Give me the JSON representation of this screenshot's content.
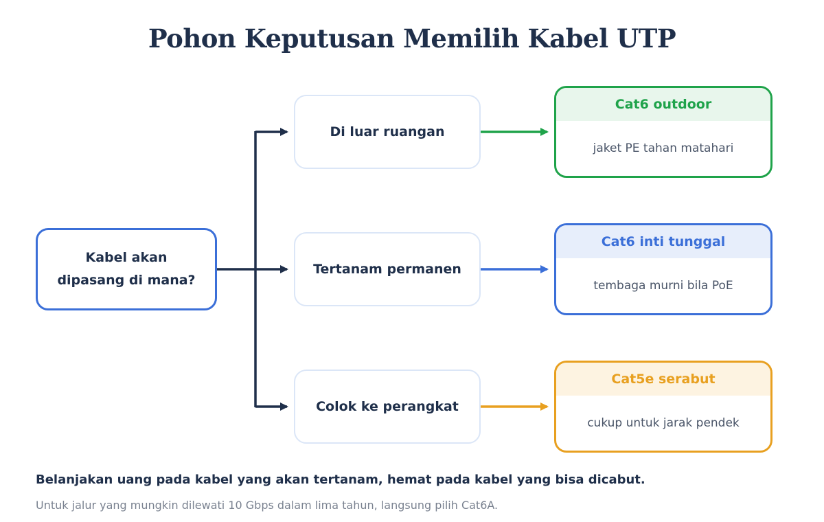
{
  "title": "Pohon Keputusan Memilih Kabel UTP",
  "root": {
    "line1": "Kabel akan",
    "line2": "dipasang di mana?"
  },
  "branches": [
    {
      "condition": "Di luar ruangan",
      "result_title": "Cat6 outdoor",
      "result_desc": "jaket PE tahan matahari",
      "color": "#1fa34a"
    },
    {
      "condition": "Tertanam permanen",
      "result_title": "Cat6 inti tunggal",
      "result_desc": "tembaga murni bila PoE",
      "color": "#3b6fd8"
    },
    {
      "condition": "Colok ke perangkat",
      "result_title": "Cat5e serabut",
      "result_desc": "cukup untuk jarak pendek",
      "color": "#e8a020"
    }
  ],
  "footer": {
    "main": "Belanjakan uang pada kabel yang akan tertanam, hemat pada kabel yang bisa dicabut.",
    "sub": "Untuk jalur yang mungkin dilewati 10 Gbps dalam lima tahun, langsung pilih Cat6A."
  },
  "colors": {
    "ink": "#1f2f4a",
    "trunk": "#1f2f4a",
    "condition_border": "#dbe6f7"
  }
}
